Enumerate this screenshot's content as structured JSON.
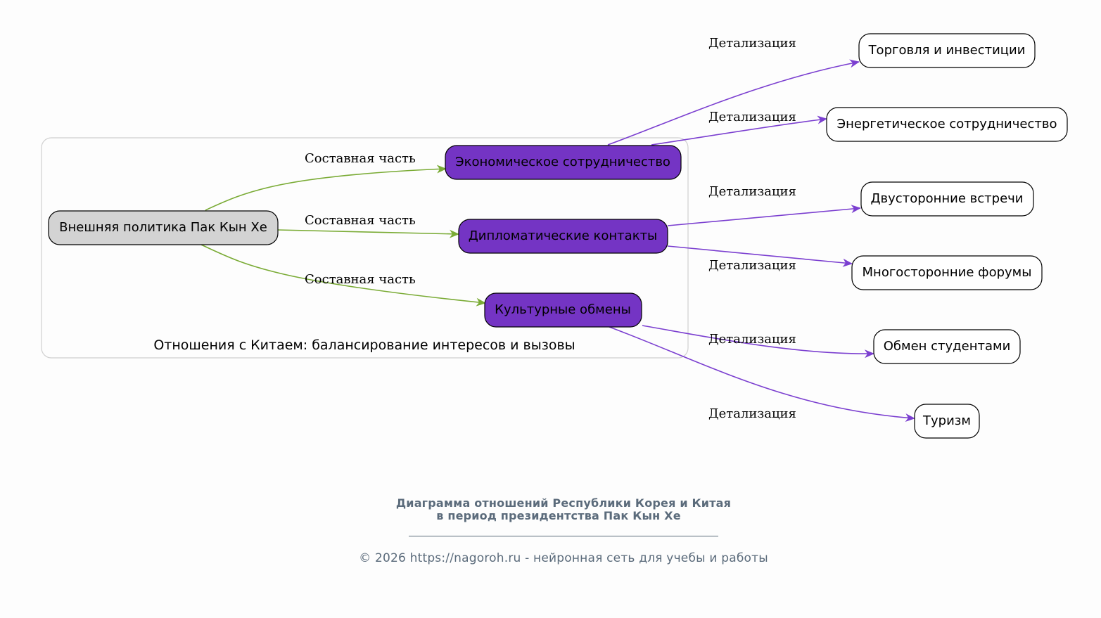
{
  "colors": {
    "background": "#fdfdfd",
    "root_fill": "#d3d3d3",
    "category_fill": "#7434c4",
    "leaf_fill": "#ffffff",
    "green_edge": "#7aab35",
    "purple_edge": "#7b3fd0",
    "cluster_border": "#d0d0d0",
    "footer_text": "#5b6b7b"
  },
  "cluster": {
    "label": "Отношения с Китаем: балансирование интересов и вызовы"
  },
  "nodes": {
    "root": {
      "label": "Внешняя политика Пак Кын Хе"
    },
    "economic": {
      "label": "Экономическое сотрудничество"
    },
    "diplomatic": {
      "label": "Дипломатические контакты"
    },
    "cultural": {
      "label": "Культурные обмены"
    },
    "trade": {
      "label": "Торговля и инвестиции"
    },
    "energy": {
      "label": "Энергетическое сотрудничество"
    },
    "bilateral": {
      "label": "Двусторонние встречи"
    },
    "multilateral": {
      "label": "Многосторонние форумы"
    },
    "students": {
      "label": "Обмен студентами"
    },
    "tourism": {
      "label": "Туризм"
    }
  },
  "edges": [
    {
      "from": "root",
      "to": "economic",
      "label": "Составная часть"
    },
    {
      "from": "root",
      "to": "diplomatic",
      "label": "Составная часть"
    },
    {
      "from": "root",
      "to": "cultural",
      "label": "Составная часть"
    },
    {
      "from": "economic",
      "to": "trade",
      "label": "Детализация"
    },
    {
      "from": "economic",
      "to": "energy",
      "label": "Детализация"
    },
    {
      "from": "diplomatic",
      "to": "bilateral",
      "label": "Детализация"
    },
    {
      "from": "diplomatic",
      "to": "multilateral",
      "label": "Детализация"
    },
    {
      "from": "cultural",
      "to": "students",
      "label": "Детализация"
    },
    {
      "from": "cultural",
      "to": "tourism",
      "label": "Детализация"
    }
  ],
  "footer": {
    "title_line1": "Диаграмма отношений Республики Корея и Китая",
    "title_line2": "в период президентства Пак Кын Хе",
    "copyright": "© 2026 https://nagoroh.ru - нейронная сеть для учебы и работы"
  }
}
